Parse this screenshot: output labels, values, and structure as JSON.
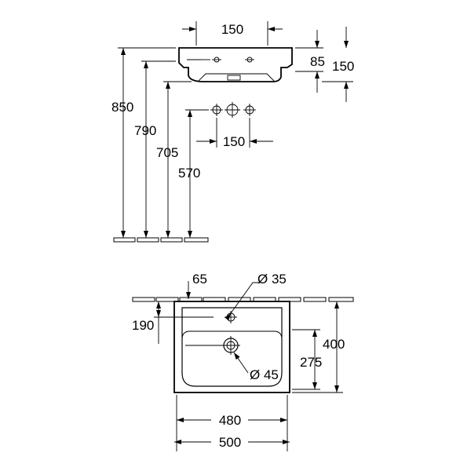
{
  "side_view": {
    "dims": {
      "top_width": "150",
      "rim_height": "85",
      "total_depth": "150",
      "h_850": "850",
      "h_790": "790",
      "h_705": "705",
      "h_570": "570",
      "tap_spacing": "150"
    }
  },
  "plan_view": {
    "dims": {
      "wall_offset": "65",
      "tap_hole": "Ø 35",
      "tap_depth": "190",
      "depth": "400",
      "drain_depth": "275",
      "drain": "Ø 45",
      "inner_width": "480",
      "outer_width": "500"
    }
  }
}
